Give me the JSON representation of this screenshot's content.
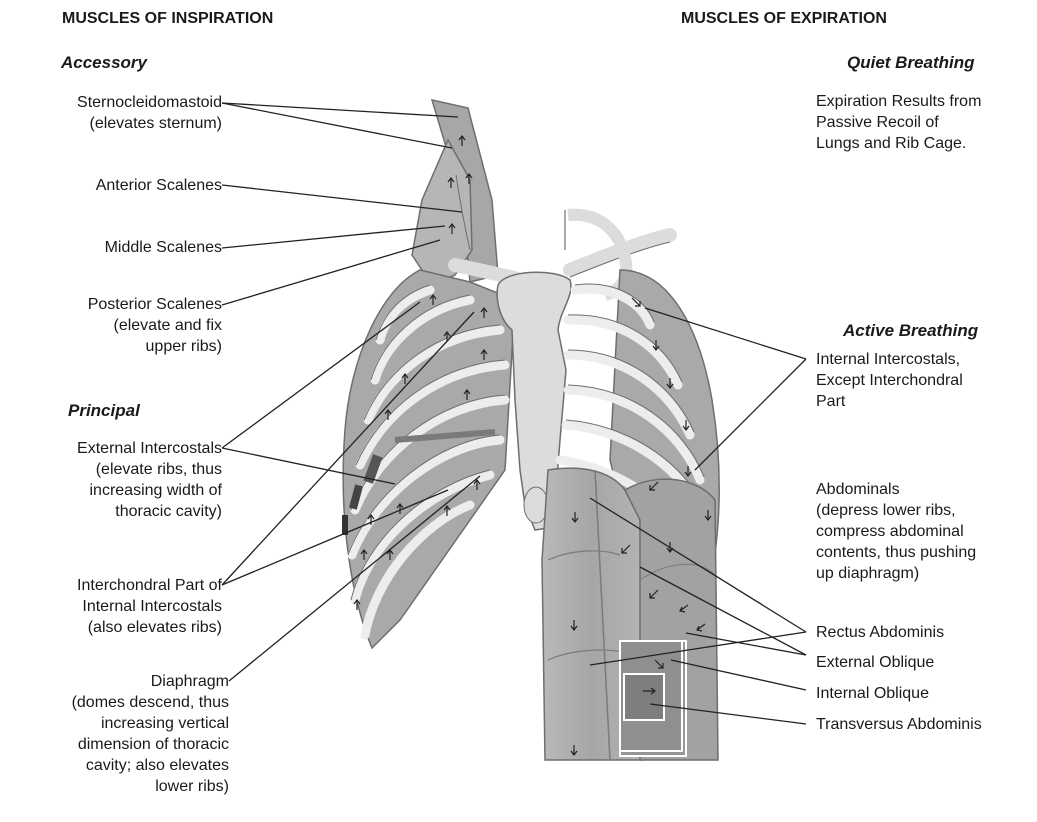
{
  "headings": {
    "inspiration": "MUSCLES OF INSPIRATION",
    "expiration": "MUSCLES OF EXPIRATION"
  },
  "inspiration": {
    "accessory_title": "Accessory",
    "principal_title": "Principal",
    "labels": [
      {
        "id": "scm",
        "lines": [
          "Sternocleidomastoid",
          "(elevates sternum)"
        ]
      },
      {
        "id": "ant-scal",
        "lines": [
          "Anterior Scalenes"
        ]
      },
      {
        "id": "mid-scal",
        "lines": [
          "Middle Scalenes"
        ]
      },
      {
        "id": "post-scal",
        "lines": [
          "Posterior Scalenes",
          "(elevate and fix",
          "upper ribs)"
        ]
      },
      {
        "id": "ext-ic",
        "lines": [
          "External Intercostals",
          "(elevate ribs, thus",
          "increasing width of",
          "thoracic cavity)"
        ]
      },
      {
        "id": "interchondral",
        "lines": [
          "Interchondral Part of",
          "Internal Intercostals",
          "(also elevates ribs)"
        ]
      },
      {
        "id": "diaphragm",
        "lines": [
          "Diaphragm",
          "(domes descend, thus",
          "increasing vertical",
          "dimension of thoracic",
          "cavity; also elevates",
          "lower ribs)"
        ]
      }
    ]
  },
  "expiration": {
    "quiet_title": "Quiet Breathing",
    "quiet_text": [
      "Expiration Results from",
      "Passive Recoil of",
      "Lungs and Rib Cage."
    ],
    "active_title": "Active Breathing",
    "labels": [
      {
        "id": "int-ic",
        "lines": [
          "Internal Intercostals,",
          "Except Interchondral",
          "Part"
        ]
      },
      {
        "id": "abdominals",
        "lines": [
          "Abdominals",
          "(depress lower ribs,",
          "compress abdominal",
          "contents, thus pushing",
          "up diaphragm)"
        ]
      },
      {
        "id": "rectus",
        "lines": [
          "Rectus Abdominis"
        ]
      },
      {
        "id": "ext-obl",
        "lines": [
          "External Oblique"
        ]
      },
      {
        "id": "int-obl",
        "lines": [
          "Internal Oblique"
        ]
      },
      {
        "id": "transversus",
        "lines": [
          "Transversus Abdominis"
        ]
      }
    ]
  },
  "colors": {
    "muscle": "#a9a9a9",
    "muscle_dark": "#8a8a8a",
    "bone": "#dcdcdc",
    "outline": "#6e6e6e",
    "leader": "#222222",
    "text": "#1a1a1a"
  }
}
